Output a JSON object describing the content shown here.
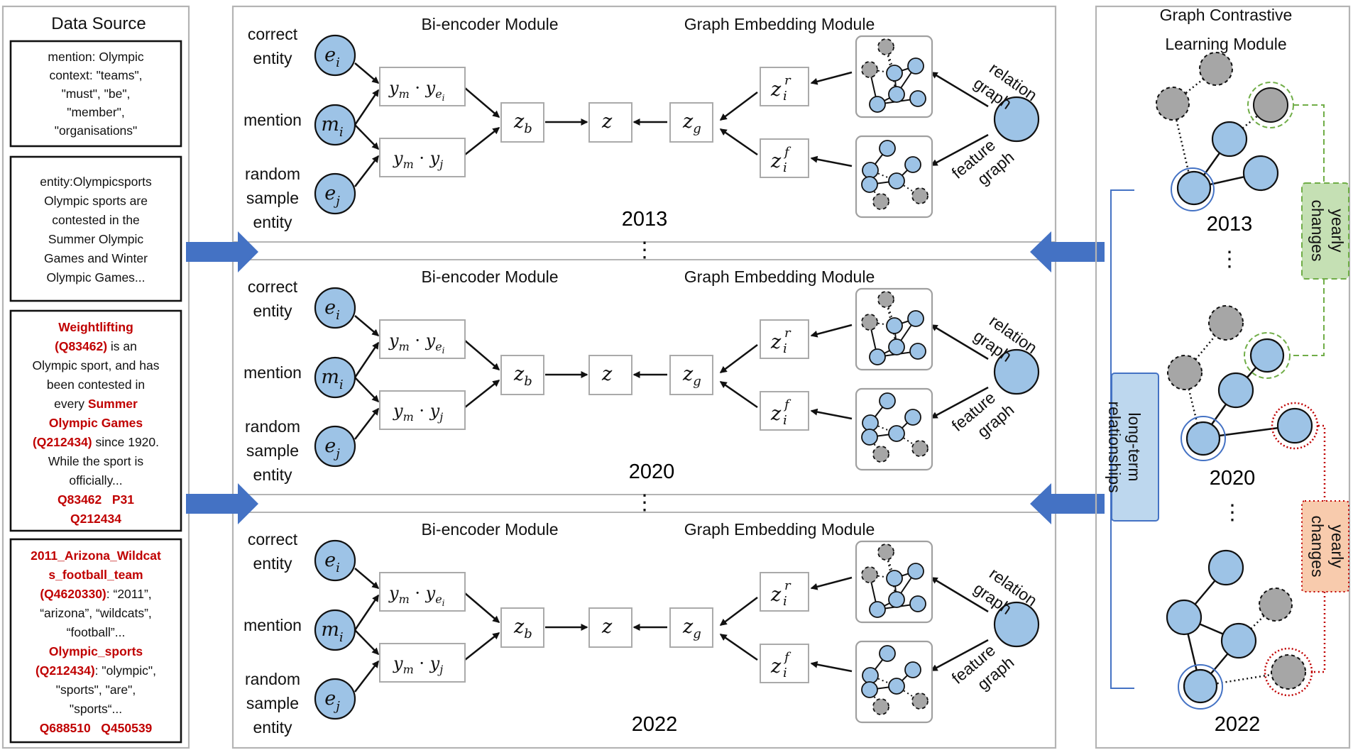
{
  "colors": {
    "node_blue": "#9dc3e6",
    "node_gray": "#a6a6a6",
    "arrow_blue": "#4472c4",
    "red_text": "#c00000",
    "green_tag": "#c5e0b4",
    "red_tag": "#f8cbad",
    "blue_tag": "#bdd7ee"
  },
  "data_source": {
    "title": "Data Source",
    "box1": [
      "mention: Olympic",
      "context: \"teams\",",
      "\"must\", \"be\",",
      "\"member\",",
      "\"organisations\""
    ],
    "box2": [
      "entity:Olympicsports",
      "Olympic sports are",
      "contested in the",
      "Summer Olympic",
      "Games and Winter",
      "Olympic Games..."
    ],
    "box3": {
      "l1": "Weightlifting",
      "l2_red": "(Q83462)",
      "l2_black": " is an",
      "l3": "Olympic sport, and has",
      "l4": "been contested in",
      "l5_black": "every ",
      "l5_red": "Summer",
      "l6": "Olympic Games",
      "l7_red": "(Q212434)",
      "l7_black": " since 1920.",
      "l8": "While the sport is",
      "l9": "officially...",
      "l10": "Q83462   P31",
      "l11": "Q212434"
    },
    "box4": {
      "l1": "2011_Arizona_Wildcat",
      "l2": "s_football_team",
      "l3_red": "(Q4620330)",
      "l3_black": ": “2011”,",
      "l4": "“arizona”, “wildcats”,",
      "l5": "“football”...",
      "l6": "Olympic_sports",
      "l7_red": "(Q212434)",
      "l7_black": ": \"olympic\",",
      "l8": "\"sports\", \"are\",",
      "l9": "\"sports“...",
      "l10": "Q688510   Q450539"
    }
  },
  "middle": {
    "bi_encoder_title": "Bi-encoder Module",
    "graph_embedding_title": "Graph Embedding Module",
    "correct_entity": [
      "correct",
      "entity"
    ],
    "mention": "mention",
    "random_entity": [
      "random",
      "sample",
      "entity"
    ],
    "relation_graph": "relation graph",
    "feature_graph": "feature graph",
    "years": [
      "2013",
      "2020",
      "2022"
    ],
    "ellipsis": "⋮"
  },
  "right": {
    "title_line1": "Graph Contrastive",
    "title_line2": "Learning Module",
    "years": [
      "2013",
      "2020",
      "2022"
    ],
    "yearly_changes": "yearly changes",
    "long_term": "long-term relationships",
    "ellipsis": "⋮"
  }
}
